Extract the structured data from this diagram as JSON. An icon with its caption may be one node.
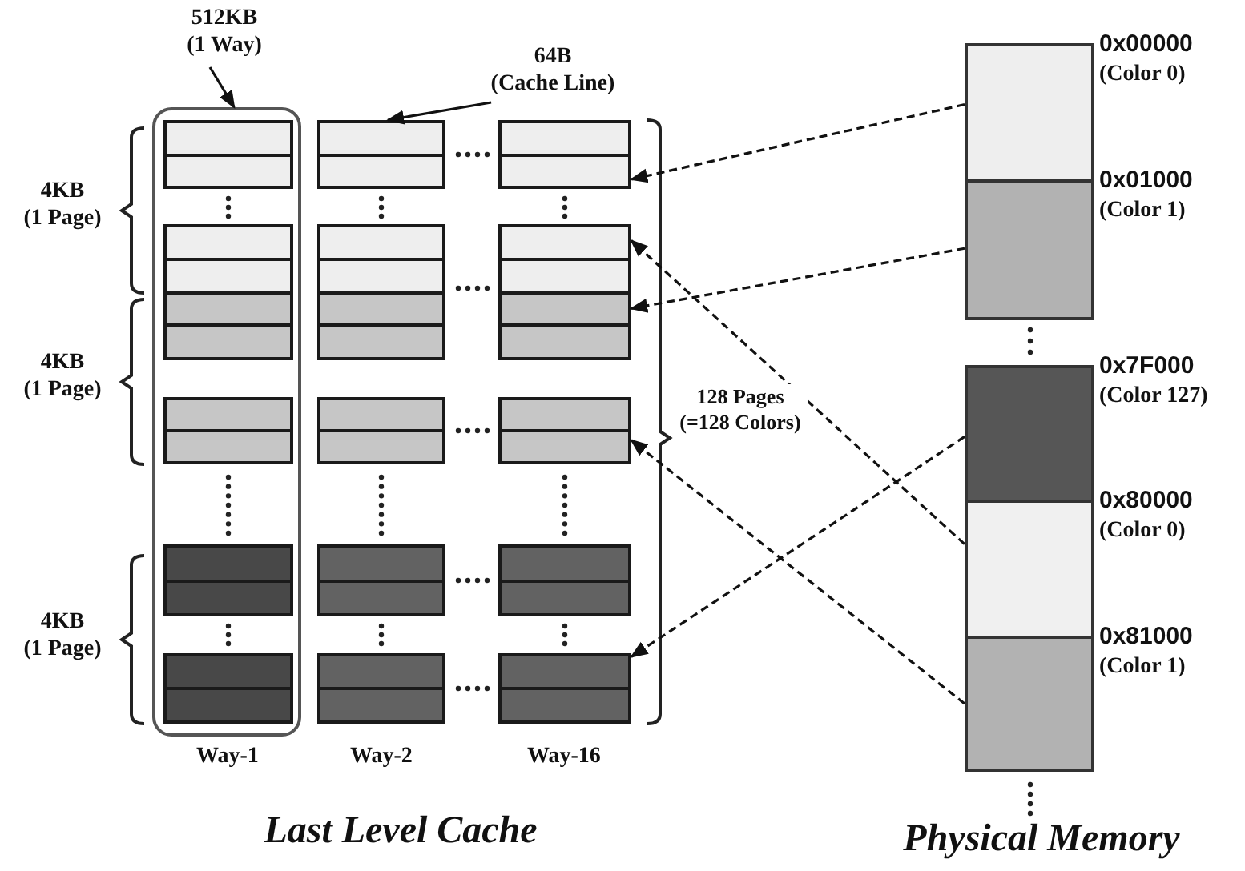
{
  "diagram": {
    "nodes": [
      {
        "text": [
          "512KB (1 Way)"
        ]
      },
      {
        "text": [
          "64B (Cache Line)"
        ]
      },
      {
        "text": [],
        "shape": "box"
      },
      {
        "text": [],
        "shape": "box",
        "in": 2
      },
      {
        "text": [],
        "shape": "box",
        "in": 2
      },
      {
        "text": [],
        "shape": "box",
        "in": 2
      },
      {
        "text": [],
        "shape": "box",
        "in": 2
      },
      {
        "text": [],
        "shape": "box",
        "in": 2
      },
      {
        "text": [],
        "shape": "box"
      },
      {
        "text": [],
        "shape": "box"
      },
      {
        "text": [],
        "shape": "box"
      },
      {
        "text": [],
        "shape": "box"
      },
      {
        "text": [],
        "shape": "box"
      },
      {
        "text": [],
        "shape": "box"
      },
      {
        "text": [],
        "shape": "box"
      },
      {
        "text": [],
        "shape": "box"
      },
      {
        "text": [],
        "shape": "box"
      },
      {
        "text": [],
        "shape": "box"
      },
      {
        "text": [],
        "shape": "box",
        "beside": [
          "0x00000",
          "(Color 0)"
        ]
      },
      {
        "text": [],
        "shape": "box",
        "beside": [
          "0x01000",
          "(Color 1)"
        ]
      },
      {
        "text": [],
        "shape": "box",
        "beside": [
          "0x7F000",
          "(Color 127)"
        ]
      },
      {
        "text": [],
        "shape": "box",
        "beside": [
          "0x80000",
          "(Color 0)"
        ]
      },
      {
        "text": [],
        "shape": "box",
        "beside": [
          "0x81000",
          "(Color 1)"
        ]
      }
    ],
    "edges": [
      {
        "from": 0,
        "to": 2,
        "arrow": "to"
      },
      {
        "from": 1,
        "to": 8,
        "arrow": "to"
      },
      {
        "from": 18,
        "to": 13,
        "arrow": "to",
        "style": "dashed"
      },
      {
        "from": 21,
        "to": 14,
        "arrow": "to",
        "style": "dashed"
      },
      {
        "from": 19,
        "to": 14,
        "arrow": "to",
        "style": "dashed"
      },
      {
        "from": 22,
        "to": 15,
        "arrow": "to",
        "style": "dashed"
      },
      {
        "from": 20,
        "to": 17,
        "arrow": "to",
        "style": "dashed"
      }
    ],
    "labels": [
      "4KB (1 Page)",
      "4KB (1 Page)",
      "4KB (1 Page)",
      "128 Pages (=128 Colors)",
      "Way-1",
      "Way-2",
      "Way-16",
      "Last Level Cache",
      "Physical Memory"
    ]
  }
}
